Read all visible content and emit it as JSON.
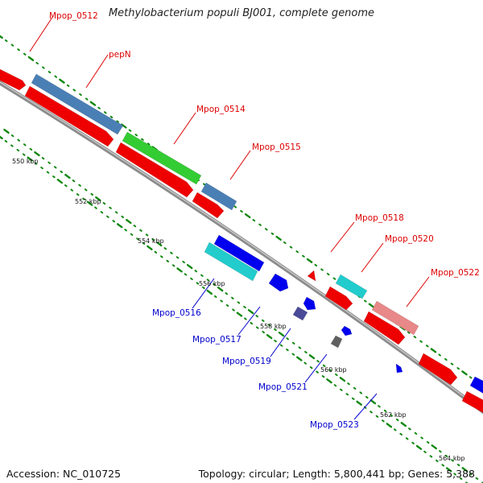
{
  "title": "Methylobacterium populi BJ001, complete genome",
  "footer": {
    "accession": "Accession: NC_010725",
    "topology": "Topology: circular; Length: 5,800,441 bp; Genes: 5,388"
  },
  "colors": {
    "backbone": "#8c8c8c",
    "tick": "#118811",
    "label_top": "#dd0000",
    "label_bottom": "#0000cc",
    "red": "#ee0000",
    "steelblue": "#4a7fb5",
    "green": "#33cc33",
    "cyan": "#22cccc",
    "blue": "#0000ee",
    "salmon": "#e88888",
    "slate": "#4a4a99",
    "grey": "#606060"
  },
  "kbp_labels": [
    "550 kbp",
    "552 kbp",
    "554 kbp",
    "556 kbp",
    "558 kbp",
    "560 kbp",
    "562 kbp",
    "564 kbp"
  ],
  "gene_labels_top": [
    "Mpop_0512",
    "pepN",
    "Mpop_0514",
    "Mpop_0515",
    "Mpop_0518",
    "Mpop_0520",
    "Mpop_0522"
  ],
  "gene_labels_bottom": [
    "Mpop_0516",
    "Mpop_0517",
    "Mpop_0519",
    "Mpop_0521",
    "Mpop_0523"
  ]
}
